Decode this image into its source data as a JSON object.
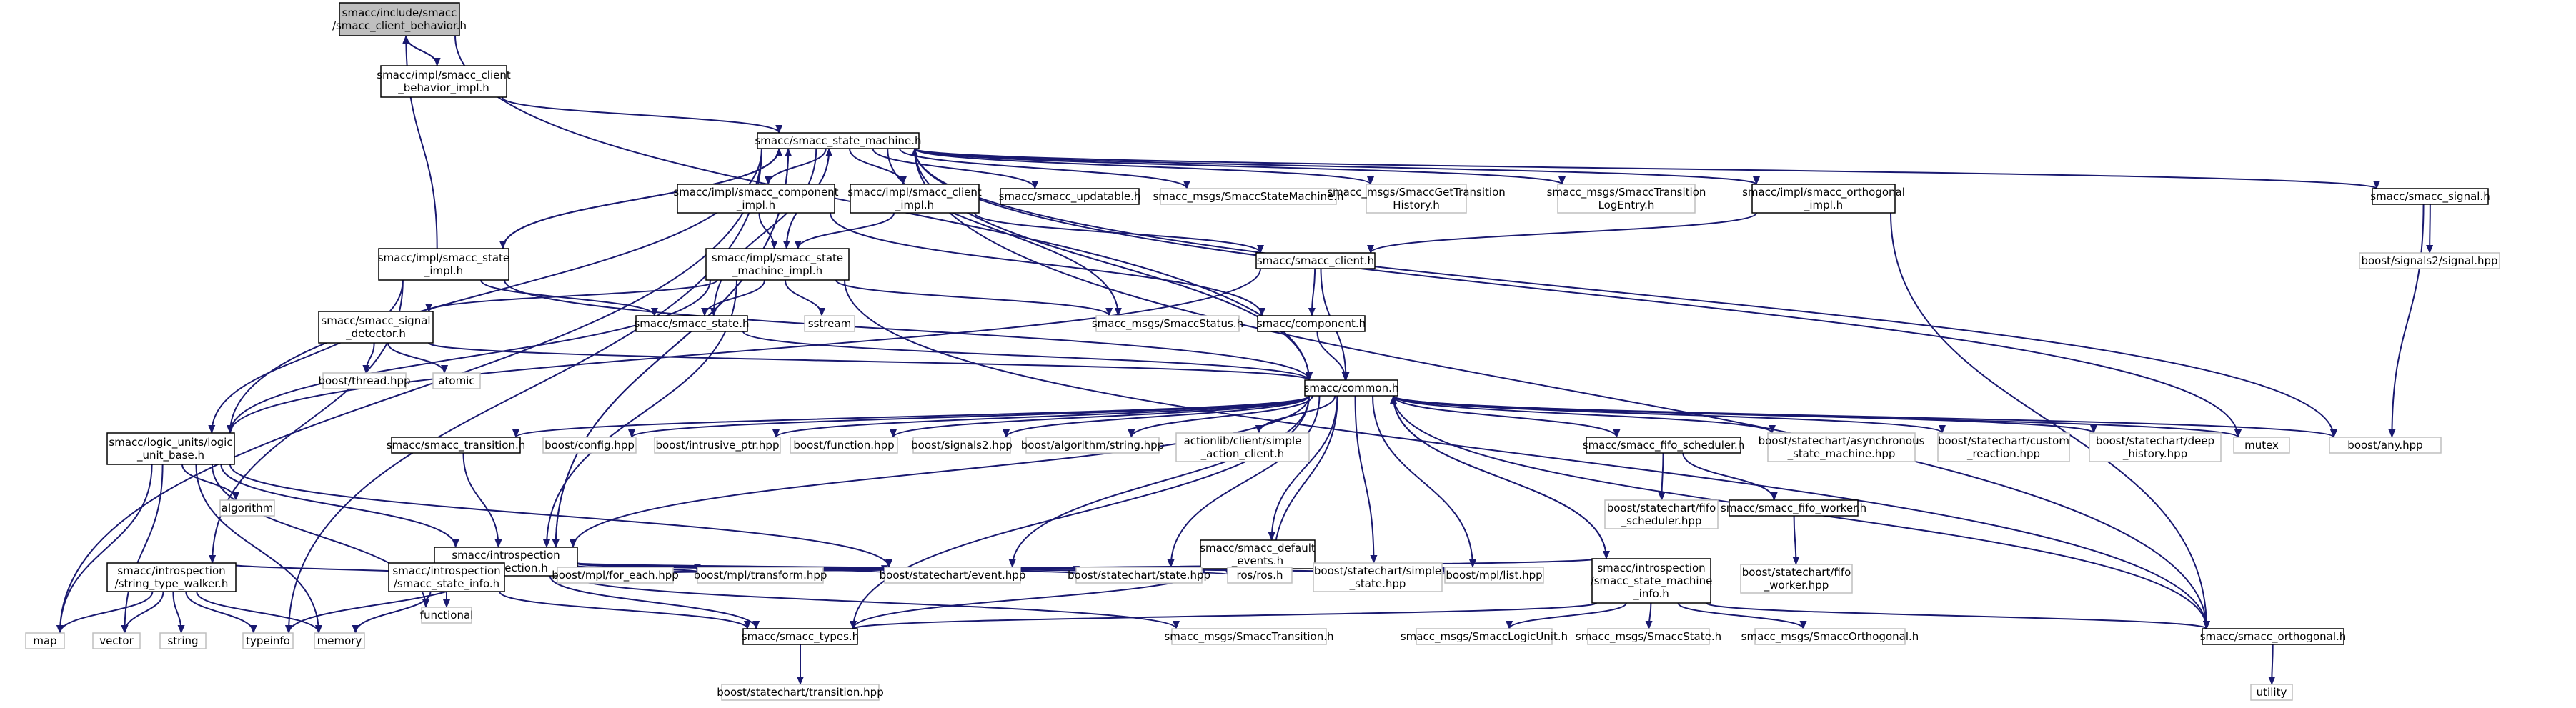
{
  "diagram": {
    "colors": {
      "edge": "#191970",
      "root_fill": "#bfbfbf",
      "node_border": "#000000",
      "external_border": "#bfbfbf",
      "background": "#ffffff"
    },
    "nodes": [
      {
        "id": "root",
        "kind": "root",
        "lines": [
          "smacc/include/smacc",
          "/smacc_client_behavior.h"
        ]
      },
      {
        "id": "cbimpl",
        "kind": "std",
        "lines": [
          "smacc/impl/smacc_client",
          "_behavior_impl.h"
        ]
      },
      {
        "id": "sm",
        "kind": "std",
        "lines": [
          "smacc/smacc_state_machine.h"
        ]
      },
      {
        "id": "compimpl",
        "kind": "std",
        "lines": [
          "smacc/impl/smacc_component",
          "_impl.h"
        ]
      },
      {
        "id": "clientimpl",
        "kind": "std",
        "lines": [
          "smacc/impl/smacc_client",
          "_impl.h"
        ]
      },
      {
        "id": "updatable",
        "kind": "std",
        "lines": [
          "smacc/smacc_updatable.h"
        ]
      },
      {
        "id": "msgsm",
        "kind": "ext",
        "lines": [
          "smacc_msgs/SmaccStateMachine.h"
        ]
      },
      {
        "id": "msgtranslog",
        "kind": "ext",
        "lines": [
          "smacc_msgs/SmaccTransition",
          "LogEntry.h"
        ]
      },
      {
        "id": "msggettrans",
        "kind": "ext",
        "lines": [
          "smacc_msgs/SmaccGetTransition",
          "History.h"
        ]
      },
      {
        "id": "orthimpl",
        "kind": "std",
        "lines": [
          "smacc/impl/smacc_orthogonal",
          "_impl.h"
        ]
      },
      {
        "id": "signal",
        "kind": "std",
        "lines": [
          "smacc/smacc_signal.h"
        ]
      },
      {
        "id": "signal2",
        "kind": "ext",
        "lines": [
          "boost/signals2/signal.hpp"
        ]
      },
      {
        "id": "stateimpl",
        "kind": "std",
        "lines": [
          "smacc/impl/smacc_state",
          "_impl.h"
        ]
      },
      {
        "id": "smimpl",
        "kind": "std",
        "lines": [
          "smacc/impl/smacc_state",
          "_machine_impl.h"
        ]
      },
      {
        "id": "client",
        "kind": "std",
        "lines": [
          "smacc/smacc_client.h"
        ]
      },
      {
        "id": "sigdet",
        "kind": "std",
        "lines": [
          "smacc/smacc_signal",
          "_detector.h"
        ]
      },
      {
        "id": "state",
        "kind": "std",
        "lines": [
          "smacc/smacc_state.h"
        ]
      },
      {
        "id": "sstream",
        "kind": "ext",
        "lines": [
          "sstream"
        ]
      },
      {
        "id": "msgstatus",
        "kind": "ext",
        "lines": [
          "smacc_msgs/SmaccStatus.h"
        ]
      },
      {
        "id": "component",
        "kind": "std",
        "lines": [
          "smacc/component.h"
        ]
      },
      {
        "id": "thread",
        "kind": "ext",
        "lines": [
          "boost/thread.hpp"
        ]
      },
      {
        "id": "atomic",
        "kind": "ext",
        "lines": [
          "atomic"
        ]
      },
      {
        "id": "common",
        "kind": "std",
        "lines": [
          "smacc/common.h"
        ]
      },
      {
        "id": "lubase",
        "kind": "std",
        "lines": [
          "smacc/logic_units/logic",
          "_unit_base.h"
        ]
      },
      {
        "id": "transition",
        "kind": "std",
        "lines": [
          "smacc/smacc_transition.h"
        ]
      },
      {
        "id": "config",
        "kind": "ext",
        "lines": [
          "boost/config.hpp"
        ]
      },
      {
        "id": "intrusive",
        "kind": "ext",
        "lines": [
          "boost/intrusive_ptr.hpp"
        ]
      },
      {
        "id": "function",
        "kind": "ext",
        "lines": [
          "boost/function.hpp"
        ]
      },
      {
        "id": "signals2",
        "kind": "ext",
        "lines": [
          "boost/signals2.hpp"
        ]
      },
      {
        "id": "algostring",
        "kind": "ext",
        "lines": [
          "boost/algorithm/string.hpp"
        ]
      },
      {
        "id": "actionlib",
        "kind": "ext",
        "lines": [
          "actionlib/client/simple",
          "_action_client.h"
        ]
      },
      {
        "id": "fifosched",
        "kind": "std",
        "lines": [
          "smacc/smacc_fifo_scheduler.h"
        ]
      },
      {
        "id": "asyncsm",
        "kind": "ext",
        "lines": [
          "boost/statechart/asynchronous",
          "_state_machine.hpp"
        ]
      },
      {
        "id": "customreact",
        "kind": "ext",
        "lines": [
          "boost/statechart/custom",
          "_reaction.hpp"
        ]
      },
      {
        "id": "deephist",
        "kind": "ext",
        "lines": [
          "boost/statechart/deep",
          "_history.hpp"
        ]
      },
      {
        "id": "mutex",
        "kind": "ext",
        "lines": [
          "mutex"
        ]
      },
      {
        "id": "any",
        "kind": "ext",
        "lines": [
          "boost/any.hpp"
        ]
      },
      {
        "id": "algorithm",
        "kind": "ext",
        "lines": [
          "algorithm"
        ]
      },
      {
        "id": "introspection",
        "kind": "std",
        "lines": [
          "smacc/introspection",
          "/introspection.h"
        ]
      },
      {
        "id": "defevents",
        "kind": "std",
        "lines": [
          "smacc/smacc_default",
          "_events.h"
        ]
      },
      {
        "id": "fifoschedhpp",
        "kind": "ext",
        "lines": [
          "boost/statechart/fifo",
          "_scheduler.hpp"
        ]
      },
      {
        "id": "fifoworker",
        "kind": "std",
        "lines": [
          "smacc/smacc_fifo_worker.h"
        ]
      },
      {
        "id": "fifoworkerhpp",
        "kind": "ext",
        "lines": [
          "boost/statechart/fifo",
          "_worker.hpp"
        ]
      },
      {
        "id": "stwalker",
        "kind": "std",
        "lines": [
          "smacc/introspection",
          "/string_type_walker.h"
        ]
      },
      {
        "id": "stateinfo",
        "kind": "std",
        "lines": [
          "smacc/introspection",
          "/smacc_state_info.h"
        ]
      },
      {
        "id": "foreach",
        "kind": "ext",
        "lines": [
          "boost/mpl/for_each.hpp"
        ]
      },
      {
        "id": "transform",
        "kind": "ext",
        "lines": [
          "boost/mpl/transform.hpp"
        ]
      },
      {
        "id": "event",
        "kind": "ext",
        "lines": [
          "boost/statechart/event.hpp"
        ]
      },
      {
        "id": "statehpp",
        "kind": "ext",
        "lines": [
          "boost/statechart/state.hpp"
        ]
      },
      {
        "id": "ros",
        "kind": "ext",
        "lines": [
          "ros/ros.h"
        ]
      },
      {
        "id": "simplestate",
        "kind": "ext",
        "lines": [
          "boost/statechart/simple",
          "_state.hpp"
        ]
      },
      {
        "id": "mpllist",
        "kind": "ext",
        "lines": [
          "boost/mpl/list.hpp"
        ]
      },
      {
        "id": "sminfo",
        "kind": "std",
        "lines": [
          "smacc/introspection",
          "/smacc_state_machine",
          "_info.h"
        ]
      },
      {
        "id": "map",
        "kind": "ext",
        "lines": [
          "map"
        ]
      },
      {
        "id": "vector",
        "kind": "ext",
        "lines": [
          "vector"
        ]
      },
      {
        "id": "string",
        "kind": "ext",
        "lines": [
          "string"
        ]
      },
      {
        "id": "typeinfo",
        "kind": "ext",
        "lines": [
          "typeinfo"
        ]
      },
      {
        "id": "memory",
        "kind": "ext",
        "lines": [
          "memory"
        ]
      },
      {
        "id": "functional",
        "kind": "ext",
        "lines": [
          "functional"
        ]
      },
      {
        "id": "types",
        "kind": "std",
        "lines": [
          "smacc/smacc_types.h"
        ]
      },
      {
        "id": "msgtrans",
        "kind": "ext",
        "lines": [
          "smacc_msgs/SmaccTransition.h"
        ]
      },
      {
        "id": "msglu",
        "kind": "ext",
        "lines": [
          "smacc_msgs/SmaccLogicUnit.h"
        ]
      },
      {
        "id": "msgstate",
        "kind": "ext",
        "lines": [
          "smacc_msgs/SmaccState.h"
        ]
      },
      {
        "id": "msgorth",
        "kind": "ext",
        "lines": [
          "smacc_msgs/SmaccOrthogonal.h"
        ]
      },
      {
        "id": "orthogonal",
        "kind": "std",
        "lines": [
          "smacc/smacc_orthogonal.h"
        ]
      },
      {
        "id": "transitionhpp",
        "kind": "ext",
        "lines": [
          "boost/statechart/transition.hpp"
        ]
      },
      {
        "id": "utility",
        "kind": "ext",
        "lines": [
          "utility"
        ]
      }
    ],
    "edges": [
      [
        "root",
        "cbimpl"
      ],
      [
        "root",
        "common"
      ],
      [
        "cbimpl",
        "root"
      ],
      [
        "cbimpl",
        "sm"
      ],
      [
        "sm",
        "map"
      ],
      [
        "sm",
        "compimpl"
      ],
      [
        "sm",
        "clientimpl"
      ],
      [
        "sm",
        "updatable"
      ],
      [
        "sm",
        "msgsm"
      ],
      [
        "sm",
        "msgtranslog"
      ],
      [
        "sm",
        "msggettrans"
      ],
      [
        "sm",
        "orthimpl"
      ],
      [
        "sm",
        "signal"
      ],
      [
        "sm",
        "any"
      ],
      [
        "sm",
        "mutex"
      ],
      [
        "sm",
        "msgstatus"
      ],
      [
        "sm",
        "state"
      ],
      [
        "sm",
        "lubase"
      ],
      [
        "sm",
        "introspection"
      ],
      [
        "sm",
        "stateimpl"
      ],
      [
        "sm",
        "smimpl"
      ],
      [
        "sm",
        "common"
      ],
      [
        "sm",
        "typeinfo"
      ],
      [
        "compimpl",
        "smimpl"
      ],
      [
        "compimpl",
        "component"
      ],
      [
        "clientimpl",
        "smimpl"
      ],
      [
        "clientimpl",
        "client"
      ],
      [
        "orthimpl",
        "client"
      ],
      [
        "orthimpl",
        "orthogonal"
      ],
      [
        "signal",
        "signal2"
      ],
      [
        "signal",
        "any"
      ],
      [
        "stateimpl",
        "root"
      ],
      [
        "stateimpl",
        "sm"
      ],
      [
        "stateimpl",
        "state"
      ],
      [
        "stateimpl",
        "stwalker"
      ],
      [
        "stateimpl",
        "lubase"
      ],
      [
        "stateimpl",
        "common"
      ],
      [
        "smimpl",
        "sm"
      ],
      [
        "smimpl",
        "sigdet"
      ],
      [
        "smimpl",
        "state"
      ],
      [
        "smimpl",
        "sstream"
      ],
      [
        "smimpl",
        "msgstatus"
      ],
      [
        "smimpl",
        "introspection"
      ],
      [
        "smimpl",
        "orthogonal"
      ],
      [
        "smimpl",
        "lubase"
      ],
      [
        "client",
        "component"
      ],
      [
        "client",
        "common"
      ],
      [
        "client",
        "lubase"
      ],
      [
        "sigdet",
        "thread"
      ],
      [
        "sigdet",
        "atomic"
      ],
      [
        "sigdet",
        "common"
      ],
      [
        "state",
        "common"
      ],
      [
        "component",
        "common"
      ],
      [
        "lubase",
        "algorithm"
      ],
      [
        "lubase",
        "introspection"
      ],
      [
        "lubase",
        "event"
      ],
      [
        "lubase",
        "map"
      ],
      [
        "lubase",
        "vector"
      ],
      [
        "lubase",
        "memory"
      ],
      [
        "lubase",
        "functional"
      ],
      [
        "common",
        "transition"
      ],
      [
        "common",
        "config"
      ],
      [
        "common",
        "intrusive"
      ],
      [
        "common",
        "function"
      ],
      [
        "common",
        "signals2"
      ],
      [
        "common",
        "algostring"
      ],
      [
        "common",
        "actionlib"
      ],
      [
        "common",
        "defevents"
      ],
      [
        "common",
        "fifosched"
      ],
      [
        "common",
        "asyncsm"
      ],
      [
        "common",
        "customreact"
      ],
      [
        "common",
        "deephist"
      ],
      [
        "common",
        "mutex"
      ],
      [
        "common",
        "any"
      ],
      [
        "common",
        "event"
      ],
      [
        "common",
        "statehpp"
      ],
      [
        "common",
        "ros"
      ],
      [
        "common",
        "simplestate"
      ],
      [
        "common",
        "mpllist"
      ],
      [
        "common",
        "types"
      ],
      [
        "common",
        "introspection"
      ],
      [
        "common",
        "orthogonal"
      ],
      [
        "common",
        "sminfo"
      ],
      [
        "transition",
        "introspection"
      ],
      [
        "fifosched",
        "fifoschedhpp"
      ],
      [
        "fifosched",
        "fifoworker"
      ],
      [
        "fifoworker",
        "fifoworkerhpp"
      ],
      [
        "introspection",
        "sm"
      ],
      [
        "introspection",
        "stwalker"
      ],
      [
        "introspection",
        "stateinfo"
      ],
      [
        "introspection",
        "foreach"
      ],
      [
        "introspection",
        "transform"
      ],
      [
        "introspection",
        "event"
      ],
      [
        "introspection",
        "statehpp"
      ],
      [
        "introspection",
        "ros"
      ],
      [
        "introspection",
        "simplestate"
      ],
      [
        "introspection",
        "mpllist"
      ],
      [
        "introspection",
        "sminfo"
      ],
      [
        "introspection",
        "typeinfo"
      ],
      [
        "introspection",
        "types"
      ],
      [
        "introspection",
        "msgtrans"
      ],
      [
        "defevents",
        "event"
      ],
      [
        "defevents",
        "statehpp"
      ],
      [
        "defevents",
        "types"
      ],
      [
        "stwalker",
        "map"
      ],
      [
        "stwalker",
        "vector"
      ],
      [
        "stwalker",
        "string"
      ],
      [
        "stwalker",
        "typeinfo"
      ],
      [
        "stwalker",
        "memory"
      ],
      [
        "stateinfo",
        "memory"
      ],
      [
        "stateinfo",
        "functional"
      ],
      [
        "stateinfo",
        "types"
      ],
      [
        "sminfo",
        "common"
      ],
      [
        "sminfo",
        "types"
      ],
      [
        "sminfo",
        "msglu"
      ],
      [
        "sminfo",
        "msgstate"
      ],
      [
        "sminfo",
        "msgorth"
      ],
      [
        "sminfo",
        "orthogonal"
      ],
      [
        "types",
        "transitionhpp"
      ],
      [
        "orthogonal",
        "sm"
      ],
      [
        "orthogonal",
        "utility"
      ]
    ]
  }
}
